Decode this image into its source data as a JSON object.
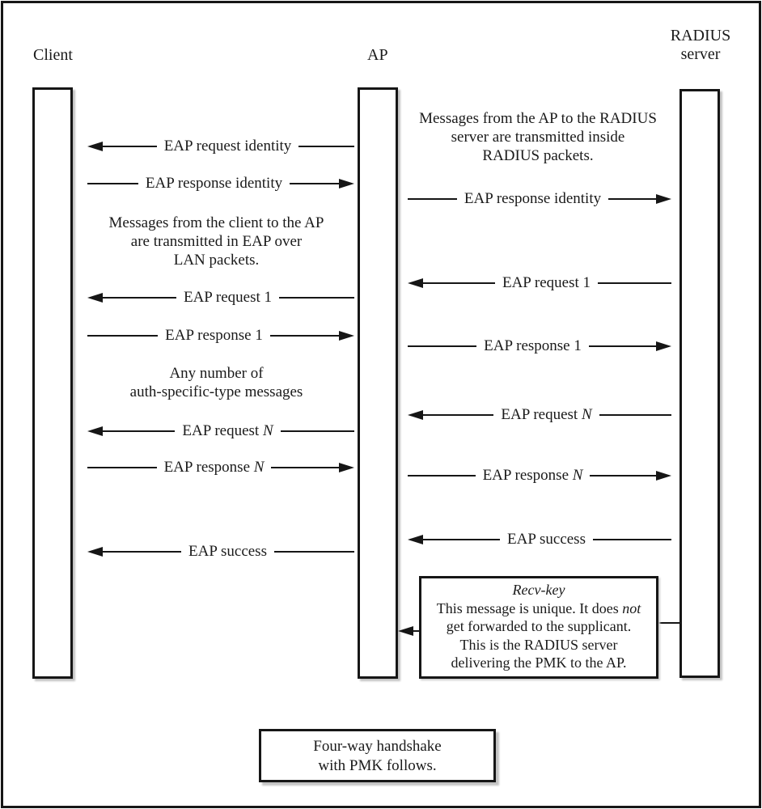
{
  "actors": {
    "client": "Client",
    "ap": "AP",
    "radius": [
      "RADIUS",
      "server"
    ]
  },
  "client_ap": {
    "note_transport": [
      "Messages from the client to the AP",
      "are transmitted in EAP over",
      "LAN packets."
    ],
    "note_any": [
      "Any number of",
      "auth-specific-type messages"
    ],
    "messages": {
      "req_identity": "EAP request identity",
      "resp_identity": "EAP response identity",
      "req_1": "EAP request 1",
      "resp_1": "EAP response 1",
      "req_n_prefix": "EAP request ",
      "resp_n_prefix": "EAP response ",
      "n_italic": "N",
      "success": "EAP success"
    }
  },
  "ap_radius": {
    "note_transport": [
      "Messages from the AP to the RADIUS",
      "server are transmitted inside",
      "RADIUS packets."
    ],
    "messages": {
      "resp_identity": "EAP response identity",
      "req_1": "EAP request 1",
      "resp_1": "EAP response 1",
      "req_n_prefix": "EAP request ",
      "resp_n_prefix": "EAP response ",
      "n_italic": "N",
      "success": "EAP success"
    },
    "recv_key_box": {
      "title": "Recv-key",
      "line2_prefix": "This message is unique. It does ",
      "line2_italic": "not",
      "line3": "get forwarded to the supplicant.",
      "line4": "This is the RADIUS server",
      "line5": "delivering the PMK to the AP."
    }
  },
  "footer_box": {
    "line1": "Four-way handshake",
    "line2": "with PMK follows."
  },
  "colors": {
    "ink": "#161616",
    "background": "#ffffff",
    "shadow": "#c3c3c3"
  }
}
